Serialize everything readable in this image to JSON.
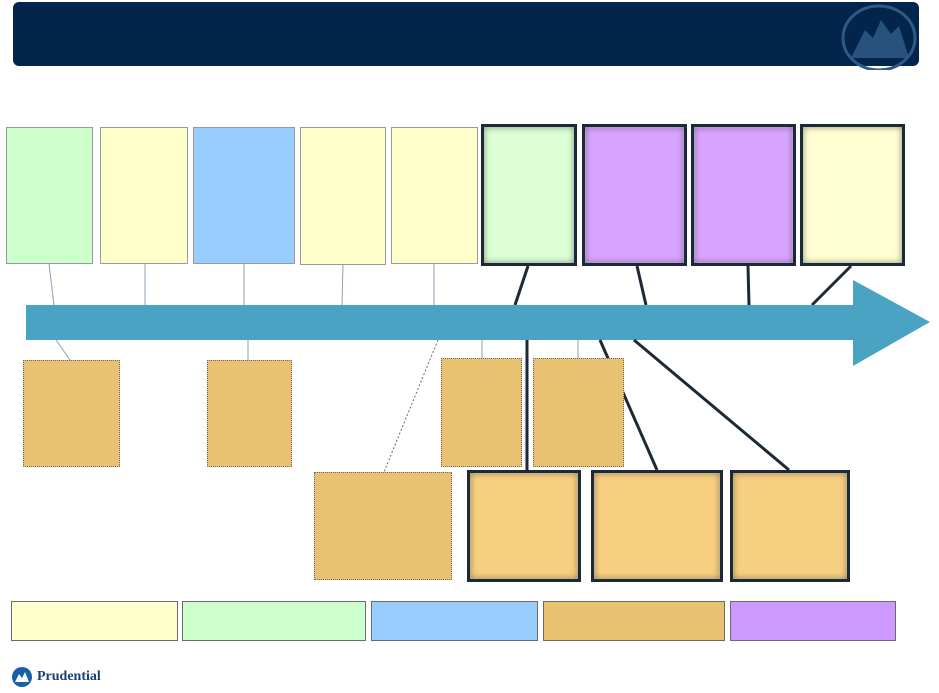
{
  "header": {
    "title": ""
  },
  "colors": {
    "banner": "#03254c",
    "arrow": "#4ba3c4",
    "green": "#ccffcc",
    "yellow": "#ffffcc",
    "blue": "#99ccff",
    "tan": "#e8c173",
    "purple": "#d8a4ff",
    "thick_green": "#dcffd6",
    "thick_yellow": "#ffffd2",
    "thick_tan": "#f8cf80",
    "connector": "#1c2a38"
  },
  "logo": {
    "icon": "prudential-rock-icon",
    "wordmark": "Prudential"
  },
  "boxes": {
    "top": [
      {
        "name": "top-box-1",
        "color": "green",
        "text": ""
      },
      {
        "name": "top-box-2",
        "color": "yellow",
        "text": ""
      },
      {
        "name": "top-box-3",
        "color": "blue",
        "text": ""
      },
      {
        "name": "top-box-4",
        "color": "yellow",
        "text": ""
      },
      {
        "name": "top-box-5",
        "color": "yellow",
        "text": ""
      },
      {
        "name": "top-box-6",
        "color": "thick_green",
        "text": ""
      },
      {
        "name": "top-box-7",
        "color": "purple",
        "text": ""
      },
      {
        "name": "top-box-8",
        "color": "purple",
        "text": ""
      },
      {
        "name": "top-box-9",
        "color": "thick_yellow",
        "text": ""
      }
    ],
    "bottom": [
      {
        "name": "bottom-box-1",
        "color": "tan",
        "text": ""
      },
      {
        "name": "bottom-box-2",
        "color": "tan",
        "text": ""
      },
      {
        "name": "bottom-box-3",
        "color": "tan",
        "text": ""
      },
      {
        "name": "bottom-box-4",
        "color": "tan",
        "text": ""
      },
      {
        "name": "bottom-box-5",
        "color": "tan",
        "text": ""
      },
      {
        "name": "bottom-box-6",
        "color": "thick_tan",
        "text": ""
      },
      {
        "name": "bottom-box-7",
        "color": "thick_tan",
        "text": ""
      },
      {
        "name": "bottom-box-8",
        "color": "thick_tan",
        "text": ""
      }
    ]
  },
  "legend": [
    {
      "color": "yellow",
      "label": ""
    },
    {
      "color": "green",
      "label": ""
    },
    {
      "color": "blue",
      "label": ""
    },
    {
      "color": "tan",
      "label": ""
    },
    {
      "color": "purple",
      "label": ""
    }
  ]
}
